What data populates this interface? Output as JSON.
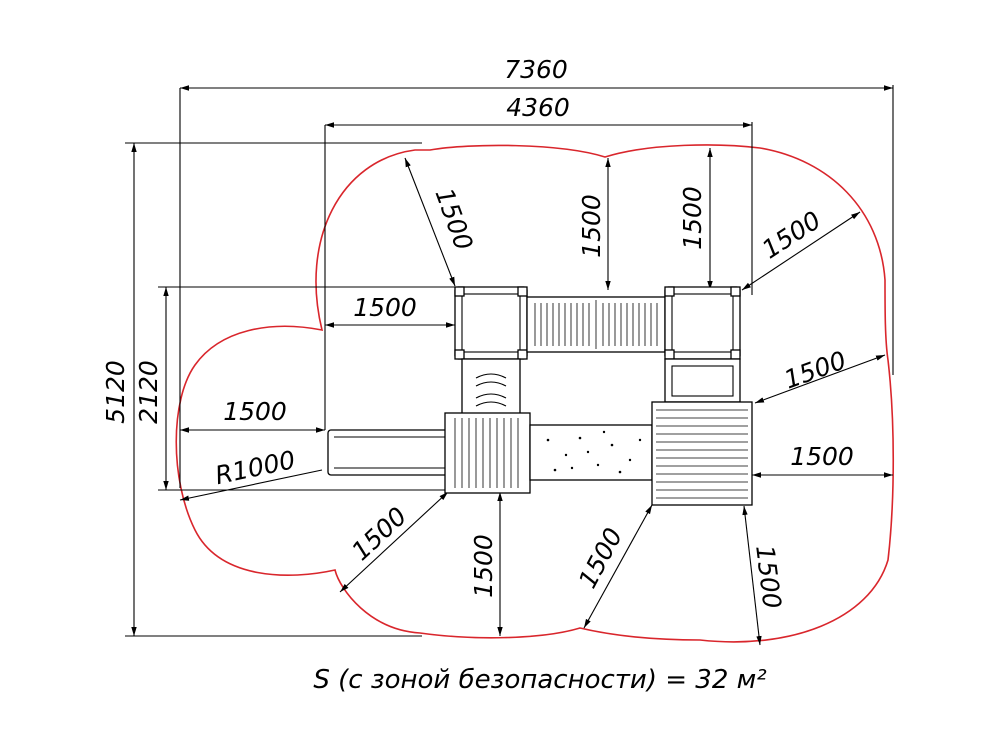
{
  "dimensions": {
    "overall_width": "7360",
    "structure_width": "4360",
    "overall_depth": "5120",
    "structure_depth": "2120",
    "radius": "R1000",
    "safety_distance": "1500"
  },
  "caption": "S (с зоной безопасности) = 32 м²",
  "colors": {
    "safety_zone": "#d9262c",
    "lines": "#000000",
    "background": "#ffffff"
  }
}
